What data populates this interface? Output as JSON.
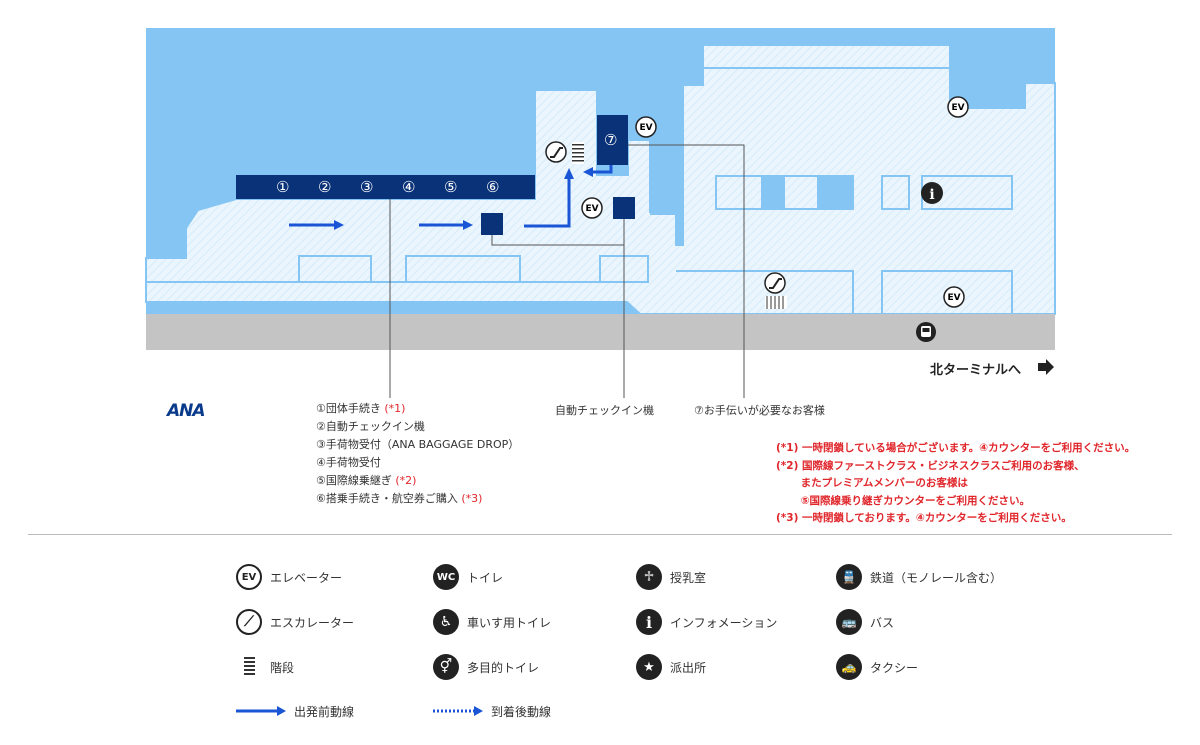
{
  "map": {
    "counters": [
      "①",
      "②",
      "③",
      "④",
      "⑤",
      "⑥"
    ],
    "assist_counter": "⑦",
    "elevator_label": "EV",
    "north_terminal_label": "北ターミナルへ",
    "callouts": {
      "auto_checkin": "自動チェックイン機",
      "assistance": "⑦お手伝いが必要なお客様"
    }
  },
  "brand": {
    "logo": "ANA"
  },
  "counter_list": [
    {
      "text": "①団体手続き",
      "note": "(*1)"
    },
    {
      "text": "②自動チェックイン機",
      "note": ""
    },
    {
      "text": "③手荷物受付（ANA BAGGAGE DROP）",
      "note": ""
    },
    {
      "text": "④手荷物受付",
      "note": ""
    },
    {
      "text": "⑤国際線乗継ぎ",
      "note": "(*2)"
    },
    {
      "text": "⑥搭乗手続き・航空券ご購入",
      "note": "(*3)"
    }
  ],
  "notes": [
    "(*1) 一時閉鎖している場合がございます。④カウンターをご利用ください。",
    "(*2) 国際線ファーストクラス・ビジネスクラスご利用のお客様、",
    "　　 またプレミアムメンバーのお客様は",
    "　　 ⑤国際線乗り継ぎカウンターをご利用ください。",
    "(*3) 一時閉鎖しております。④カウンターをご利用ください。"
  ],
  "legend": [
    {
      "icon": "elevator-icon",
      "glyph": "EV",
      "label": "エレベーター"
    },
    {
      "icon": "toilet-icon",
      "glyph": "WC",
      "label": "トイレ"
    },
    {
      "icon": "nursing-room-icon",
      "glyph": "♱",
      "label": "授乳室"
    },
    {
      "icon": "train-icon",
      "glyph": "🚆",
      "label": "鉄道（モノレール含む）"
    },
    {
      "icon": "escalator-icon",
      "glyph": "⟋",
      "label": "エスカレーター"
    },
    {
      "icon": "wheelchair-icon",
      "glyph": "♿",
      "label": "車いす用トイレ"
    },
    {
      "icon": "information-icon",
      "glyph": "i",
      "label": "インフォメーション"
    },
    {
      "icon": "bus-icon",
      "glyph": "🚌",
      "label": "バス"
    },
    {
      "icon": "stairs-icon",
      "glyph": "",
      "label": "階段"
    },
    {
      "icon": "multipurpose-toilet-icon",
      "glyph": "⚥",
      "label": "多目的トイレ"
    },
    {
      "icon": "police-box-icon",
      "glyph": "★",
      "label": "派出所"
    },
    {
      "icon": "taxi-icon",
      "glyph": "🚕",
      "label": "タクシー"
    }
  ],
  "routes": [
    {
      "label": "出発前動線"
    },
    {
      "label": "到着後動線"
    }
  ],
  "colors": {
    "sky": "#84c5f3",
    "floor": "#eaf5fd",
    "counter": "#0a3278",
    "route": "#1a55d6",
    "road": "#c4c4c4",
    "note": "#e0262b"
  }
}
